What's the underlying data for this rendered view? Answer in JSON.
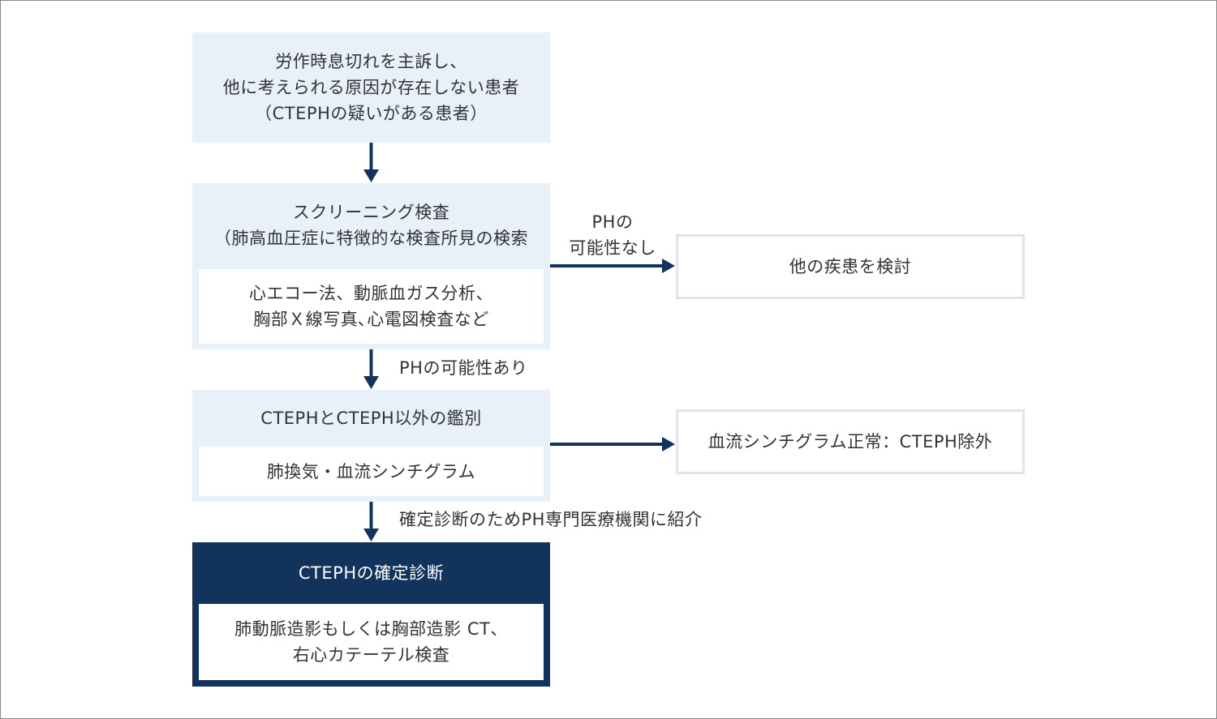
{
  "boxes": {
    "suspect": {
      "text": "労作時息切れを主訴し、\n他に考えられる原因が存在しない患者\n（CTEPHの疑いがある患者）"
    },
    "screening": {
      "title": "スクリーニング検査\n（肺高血圧症に特徴的な検査所見の検索",
      "detail": "心エコー法、動脈血ガス分析、\n胸部Ｘ線写真､心電図検査など"
    },
    "differential": {
      "title": "CTEPHとCTEPH以外の鑑別",
      "detail": "肺換気・血流シンチグラム"
    },
    "diagnosis": {
      "title": "CTEPHの確定診断",
      "detail": "肺動脈造影もしくは胸部造影 CT、\n右心カテーテル検査"
    },
    "other_disease": {
      "text": "他の疾患を検討"
    },
    "exclusion": {
      "text": "血流シンチグラム正常：CTEPH除外"
    }
  },
  "labels": {
    "no_ph": "PHの\n可能性なし",
    "ph_possible": "PHの可能性あり",
    "referral": "確定診断のためPH専門医療機関に紹介"
  },
  "colors": {
    "light_box": "#e8f0f9",
    "dark_box": "#12335b",
    "arrow": "#12335b",
    "outline": "#dde6ef"
  }
}
